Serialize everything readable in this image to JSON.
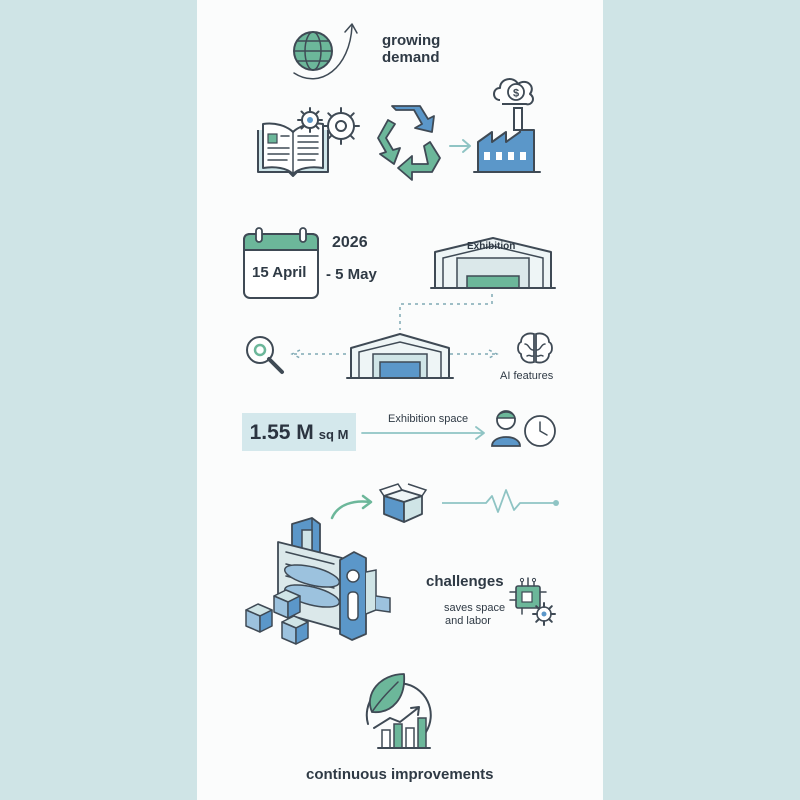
{
  "labels": {
    "growing_demand": [
      "growing",
      "demand"
    ],
    "year": "2026",
    "date_start": "15 April",
    "date_end": "- 5 May",
    "exhibition_sign": "Exhibition",
    "ai_features": "AI features",
    "area_value": "1.55 M",
    "area_unit": "sq M",
    "exhibition_space": "Exhibition space",
    "challenges": "challenges",
    "saves": [
      "saves space",
      "and labor"
    ],
    "continuous": "continuous improvements"
  },
  "colors": {
    "background": "#cfe4e6",
    "panel": "#fbfcfc",
    "blue": "#5b97c9",
    "green": "#6cb79a",
    "teal_light": "#d4e8ec"
  }
}
